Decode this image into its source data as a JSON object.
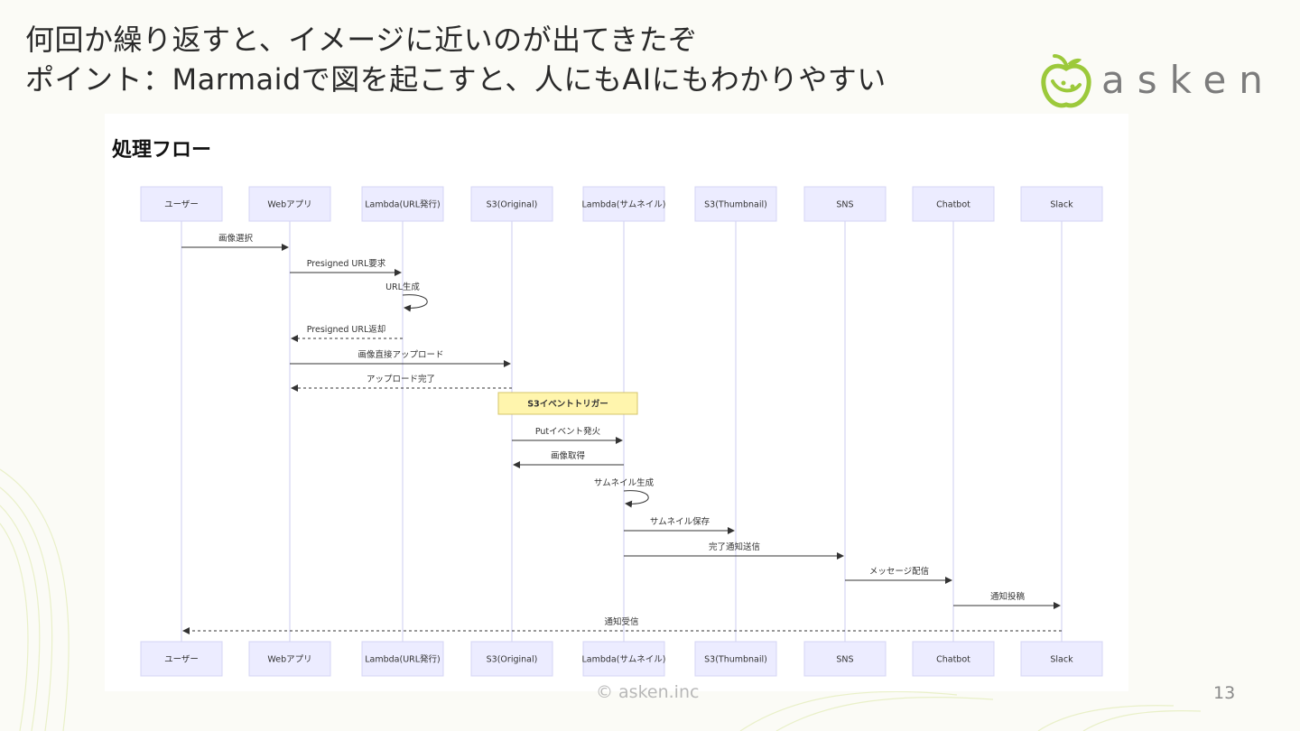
{
  "slide": {
    "heading_line1": "何回か繰り返すと、イメージに近いのが出てきたぞ",
    "heading_line2": "ポイント：Marmaidで図を起こすと、人にもAIにもわかりやすい",
    "logo_text": "asken",
    "copyright": "© asken.inc",
    "page_number": "13"
  },
  "diagram": {
    "title": "処理フロー",
    "participants": [
      "ユーザー",
      "Webアプリ",
      "Lambda(URL発行)",
      "S3(Original)",
      "Lambda(サムネイル)",
      "S3(Thumbnail)",
      "SNS",
      "Chatbot",
      "Slack"
    ],
    "messages": [
      {
        "from": 0,
        "to": 1,
        "label": "画像選択",
        "style": "solid"
      },
      {
        "from": 1,
        "to": 2,
        "label": "Presigned URL要求",
        "style": "solid"
      },
      {
        "from": 2,
        "to": 2,
        "label": "URL生成",
        "style": "self"
      },
      {
        "from": 2,
        "to": 1,
        "label": "Presigned URL返却",
        "style": "dashed"
      },
      {
        "from": 1,
        "to": 3,
        "label": "画像直接アップロード",
        "style": "solid"
      },
      {
        "from": 3,
        "to": 1,
        "label": "アップロード完了",
        "style": "dashed"
      },
      {
        "note": true,
        "over": [
          3,
          4
        ],
        "label": "S3イベントトリガー"
      },
      {
        "from": 3,
        "to": 4,
        "label": "Putイベント発火",
        "style": "solid"
      },
      {
        "from": 4,
        "to": 3,
        "label": "画像取得",
        "style": "solid"
      },
      {
        "from": 4,
        "to": 4,
        "label": "サムネイル生成",
        "style": "self"
      },
      {
        "from": 4,
        "to": 5,
        "label": "サムネイル保存",
        "style": "solid"
      },
      {
        "from": 4,
        "to": 6,
        "label": "完了通知送信",
        "style": "solid"
      },
      {
        "from": 6,
        "to": 7,
        "label": "メッセージ配信",
        "style": "solid"
      },
      {
        "from": 7,
        "to": 8,
        "label": "通知投稿",
        "style": "solid"
      },
      {
        "from": 8,
        "to": 0,
        "label": "通知受信",
        "style": "dashed"
      }
    ]
  },
  "colors": {
    "actor_fill": "#ececff",
    "actor_stroke": "#d4d4f5",
    "lifeline": "#ccccf0",
    "arrow": "#333333",
    "note_fill": "#fff5ad",
    "note_stroke": "#d6c56a",
    "logo_green": "#9cc93b"
  }
}
